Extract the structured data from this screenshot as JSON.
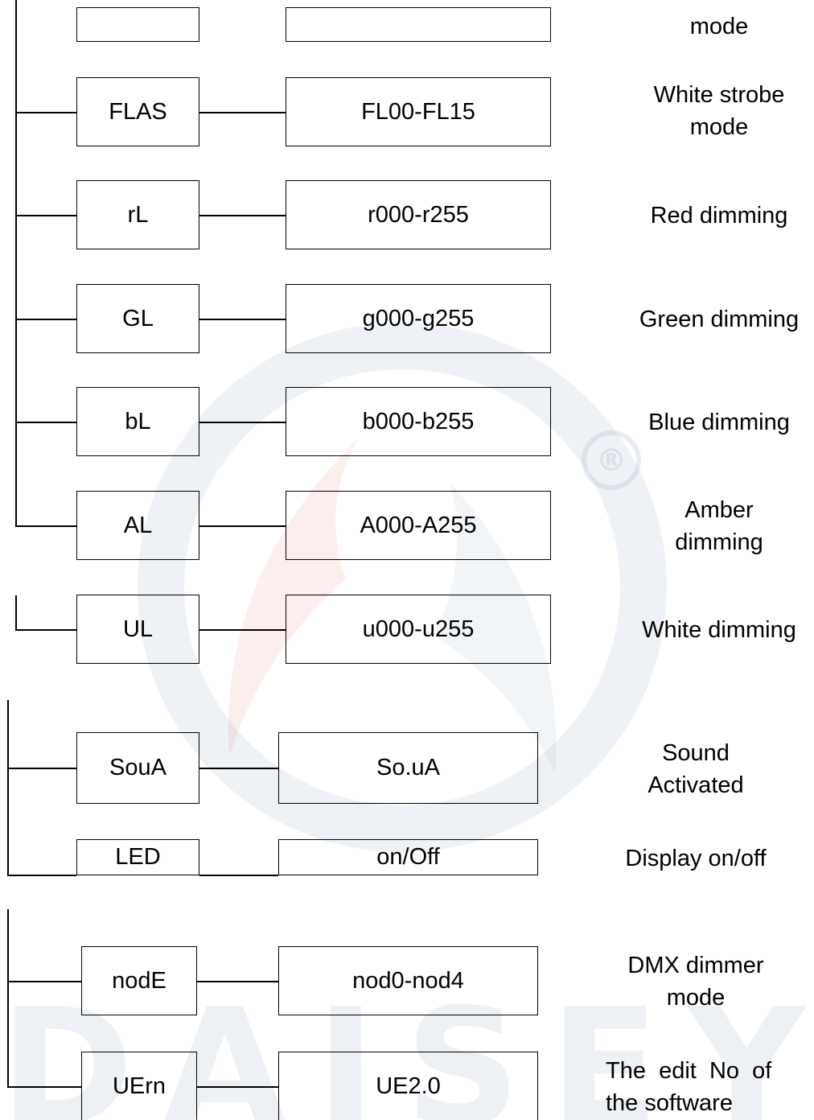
{
  "watermark": {
    "text": "DAISEYA",
    "registered_mark": "®"
  },
  "rows": [
    {
      "id": "row-partial",
      "code": "",
      "value": "",
      "description": [
        "mode"
      ]
    },
    {
      "id": "row-flas",
      "code": "FLAS",
      "value": "FL00-FL15",
      "description": [
        "White strobe",
        "mode"
      ]
    },
    {
      "id": "row-rl",
      "code": "rL",
      "value": "r000-r255",
      "description": [
        "Red dimming"
      ]
    },
    {
      "id": "row-gl",
      "code": "GL",
      "value": "g000-g255",
      "description": [
        "Green dimming"
      ]
    },
    {
      "id": "row-bl",
      "code": "bL",
      "value": "b000-b255",
      "description": [
        "Blue dimming"
      ]
    },
    {
      "id": "row-al",
      "code": "AL",
      "value": "A000-A255",
      "description": [
        "Amber",
        "dimming"
      ]
    },
    {
      "id": "row-ul",
      "code": "UL",
      "value": "u000-u255",
      "description": [
        "White dimming"
      ]
    },
    {
      "id": "row-soua",
      "code": "SouA",
      "value": "So.uA",
      "description": [
        "Sound",
        "Activated"
      ]
    },
    {
      "id": "row-led",
      "code": "LED",
      "value": "on/Off",
      "description": [
        "Display on/off"
      ]
    },
    {
      "id": "row-node",
      "code": "nodE",
      "value": "nod0-nod4",
      "description": [
        "DMX dimmer",
        "mode"
      ]
    },
    {
      "id": "row-uern",
      "code": "UErn",
      "value": "UE2.0",
      "description": [
        "The  edit  No  of",
        "the software"
      ]
    }
  ]
}
